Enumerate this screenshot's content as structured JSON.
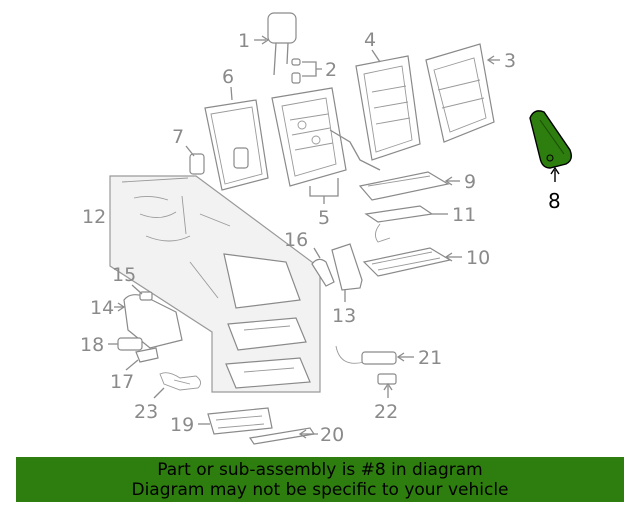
{
  "callouts": {
    "c1": "1",
    "c2": "2",
    "c3": "3",
    "c4": "4",
    "c5": "5",
    "c6": "6",
    "c7": "7",
    "c8": "8",
    "c9": "9",
    "c10": "10",
    "c11": "11",
    "c12": "12",
    "c13": "13",
    "c14": "14",
    "c15": "15",
    "c16": "16",
    "c17": "17",
    "c18": "18",
    "c19": "19",
    "c20": "20",
    "c21": "21",
    "c22": "22",
    "c23": "23"
  },
  "highlight": {
    "part_number": "8",
    "color": "#2e7d0f"
  },
  "banner": {
    "line1": "Part or sub-assembly is #8 in diagram",
    "line2": "Diagram may not be specific to your vehicle",
    "background": "#2e7d0f"
  }
}
